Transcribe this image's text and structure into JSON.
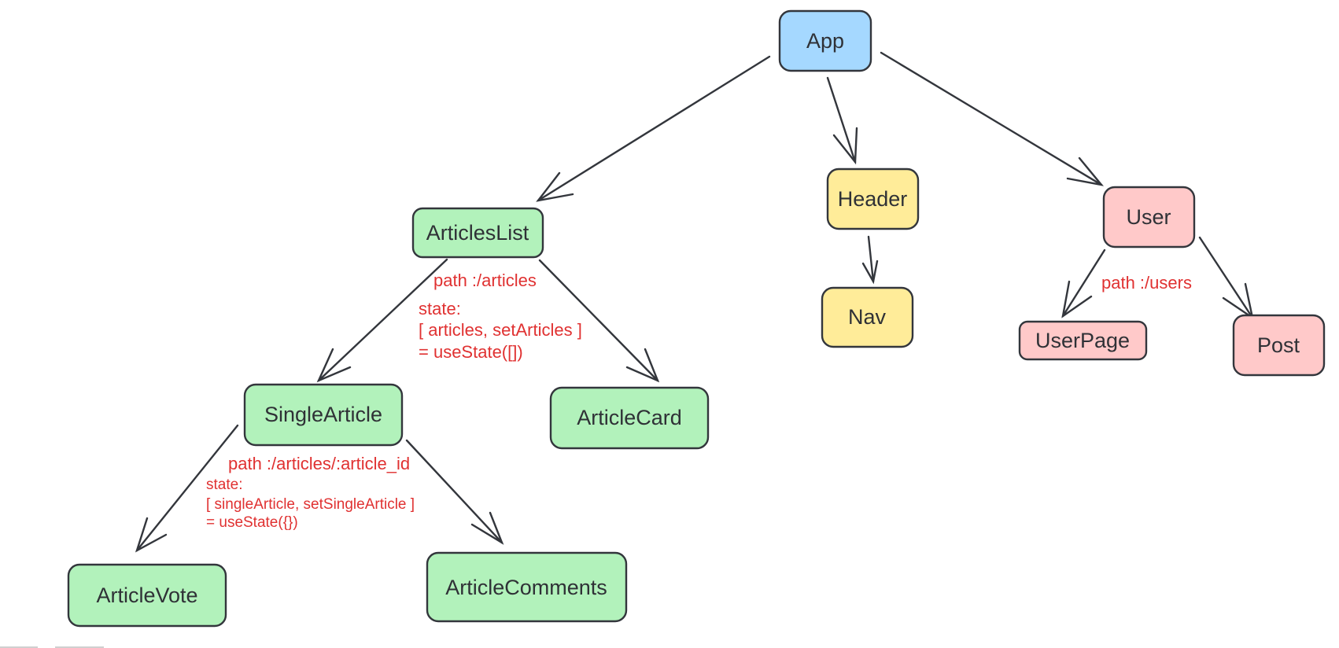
{
  "colors": {
    "root": "#a5d8ff",
    "header": "#ffec99",
    "user": "#ffc9c9",
    "articles": "#b2f2bb",
    "stroke": "#33363c",
    "annotation": "#e03131"
  },
  "nodes": {
    "app": "App",
    "header": "Header",
    "nav": "Nav",
    "user": "User",
    "user_page": "UserPage",
    "post": "Post",
    "articles_list": "ArticlesList",
    "article_card": "ArticleCard",
    "single_article": "SingleArticle",
    "article_vote": "ArticleVote",
    "article_comments": "ArticleComments"
  },
  "annotations": {
    "articles_path": "path :/articles",
    "articles_state_label": "state:",
    "articles_state_line1": "[ articles, setArticles ]",
    "articles_state_line2": "= useState([])",
    "users_path": "path :/users",
    "single_path": "path :/articles/:article_id",
    "single_state_label": "state:",
    "single_state_line1": "[ singleArticle, setSingleArticle ]",
    "single_state_line2": "= useState({})"
  }
}
